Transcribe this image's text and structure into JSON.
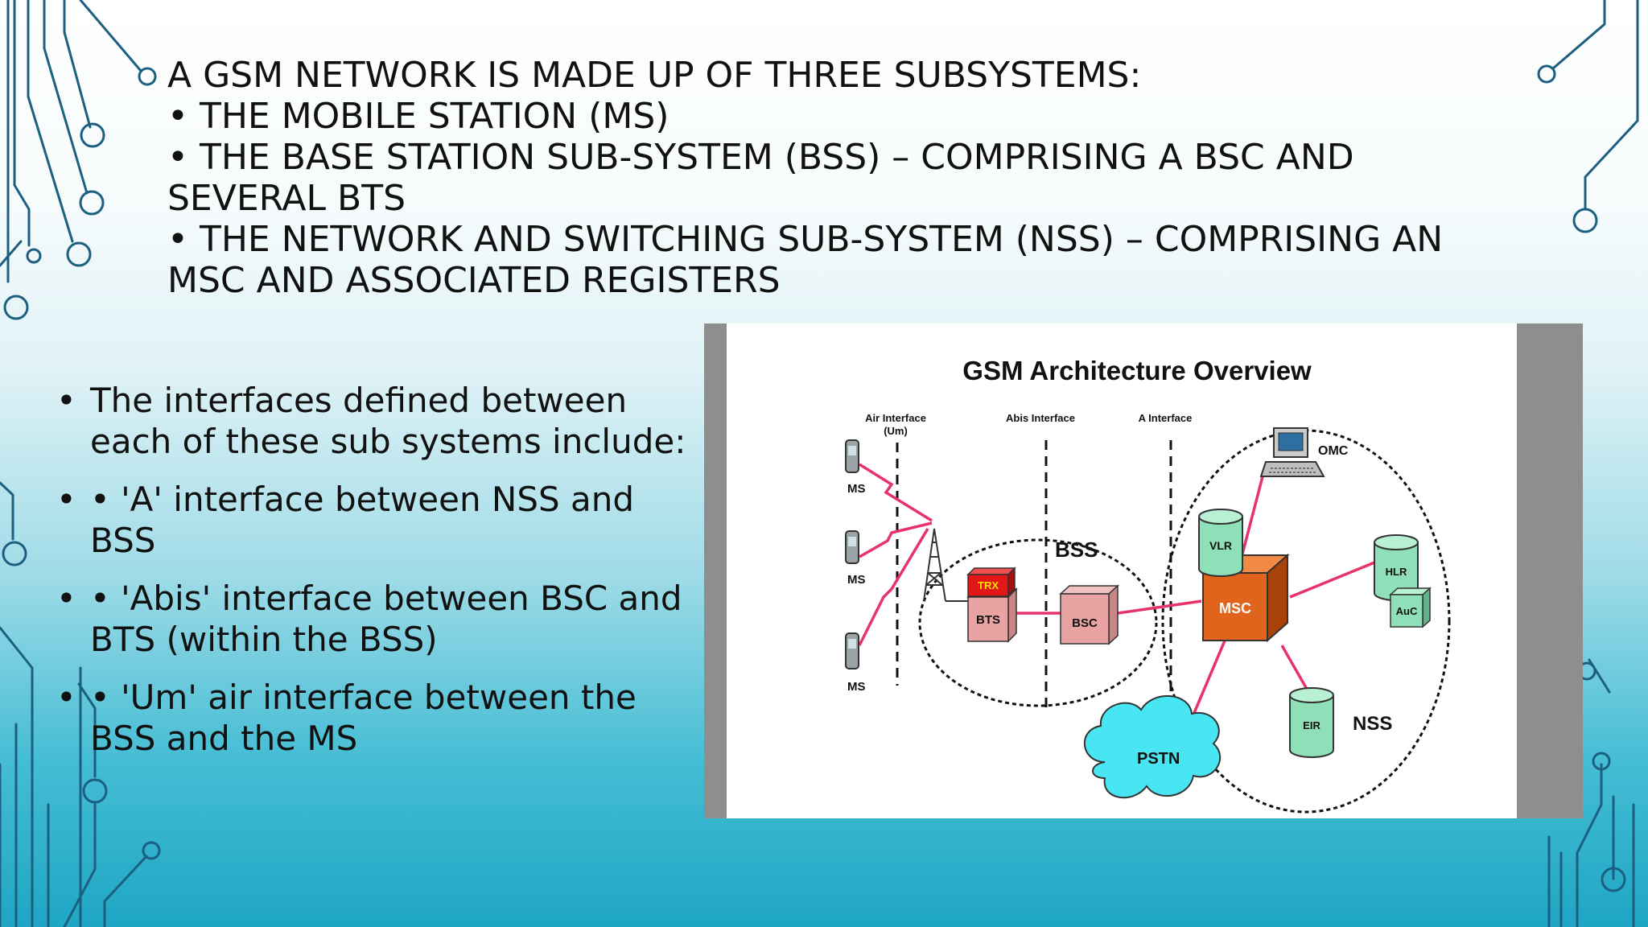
{
  "heading_lines": [
    "A GSM NETWORK IS MADE UP OF THREE SUBSYSTEMS:",
    "• THE MOBILE STATION (MS)",
    "• THE BASE STATION SUB-SYSTEM (BSS) – COMPRISING A BSC AND",
    "SEVERAL BTS",
    "• THE NETWORK AND SWITCHING SUB-SYSTEM (NSS) – COMPRISING AN",
    "MSC AND ASSOCIATED REGISTERS"
  ],
  "bullets": [
    "The interfaces defined between each of these sub systems include:",
    "• 'A' interface between NSS and BSS",
    "• 'Abis' interface between BSC and BTS (within the BSS)",
    "• 'Um' air interface between the BSS and the MS"
  ],
  "diagram": {
    "title": "GSM Architecture Overview",
    "air_interface": "Air Interface",
    "air_interface_sub": "(Um)",
    "abis_interface": "Abis Interface",
    "a_interface": "A Interface",
    "ms_label": "MS",
    "bss_label": "BSS",
    "trx_label": "TRX",
    "bts_label": "BTS",
    "bsc_label": "BSC",
    "msc_label": "MSC",
    "vlr_label": "VLR",
    "hlr_label": "HLR",
    "auc_label": "AuC",
    "eir_label": "EIR",
    "omc_label": "OMC",
    "nss_label": "NSS",
    "pstn_label": "PSTN"
  },
  "colors": {
    "link": "#e8336a",
    "msc": "#e0641c",
    "register": "#8fe0b8",
    "bts": "#e9a3a3",
    "trx": "#e21818",
    "circuit": "#1c5f80"
  }
}
